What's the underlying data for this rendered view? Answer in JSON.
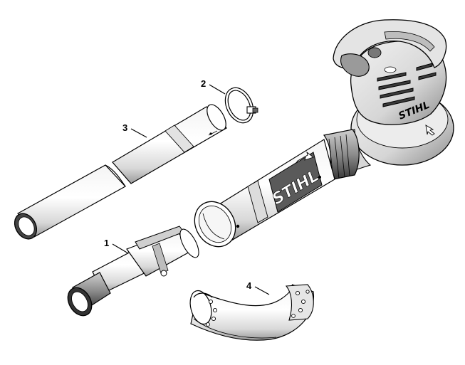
{
  "diagram": {
    "callouts": [
      {
        "id": "1",
        "label": "1"
      },
      {
        "id": "2",
        "label": "2"
      },
      {
        "id": "3",
        "label": "3"
      },
      {
        "id": "4",
        "label": "4"
      }
    ],
    "brand": {
      "tube_logo": "STIHL",
      "housing_logo": "STIHL"
    }
  }
}
